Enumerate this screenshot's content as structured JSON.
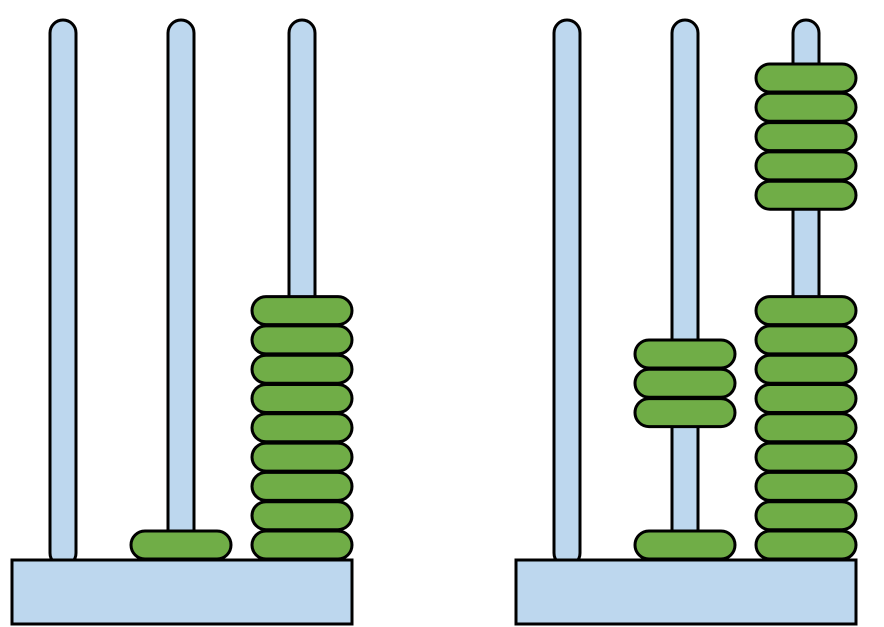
{
  "colors": {
    "rod": "#bdd7ee",
    "base": "#bdd7ee",
    "bead": "#70ad47",
    "outline": "#000000",
    "background": "#ffffff"
  },
  "abaci": [
    {
      "name": "left-abacus",
      "rods": [
        {
          "name": "rod-1",
          "lower_beads": 0,
          "upper_beads": 0
        },
        {
          "name": "rod-2",
          "lower_beads": 1,
          "upper_beads": 0
        },
        {
          "name": "rod-3",
          "lower_beads": 9,
          "upper_beads": 0
        }
      ]
    },
    {
      "name": "right-abacus",
      "rods": [
        {
          "name": "rod-1",
          "lower_beads": 0,
          "upper_beads": 0
        },
        {
          "name": "rod-2",
          "lower_beads": 1,
          "upper_beads": 3
        },
        {
          "name": "rod-3",
          "lower_beads": 9,
          "upper_beads": 5
        }
      ]
    }
  ]
}
